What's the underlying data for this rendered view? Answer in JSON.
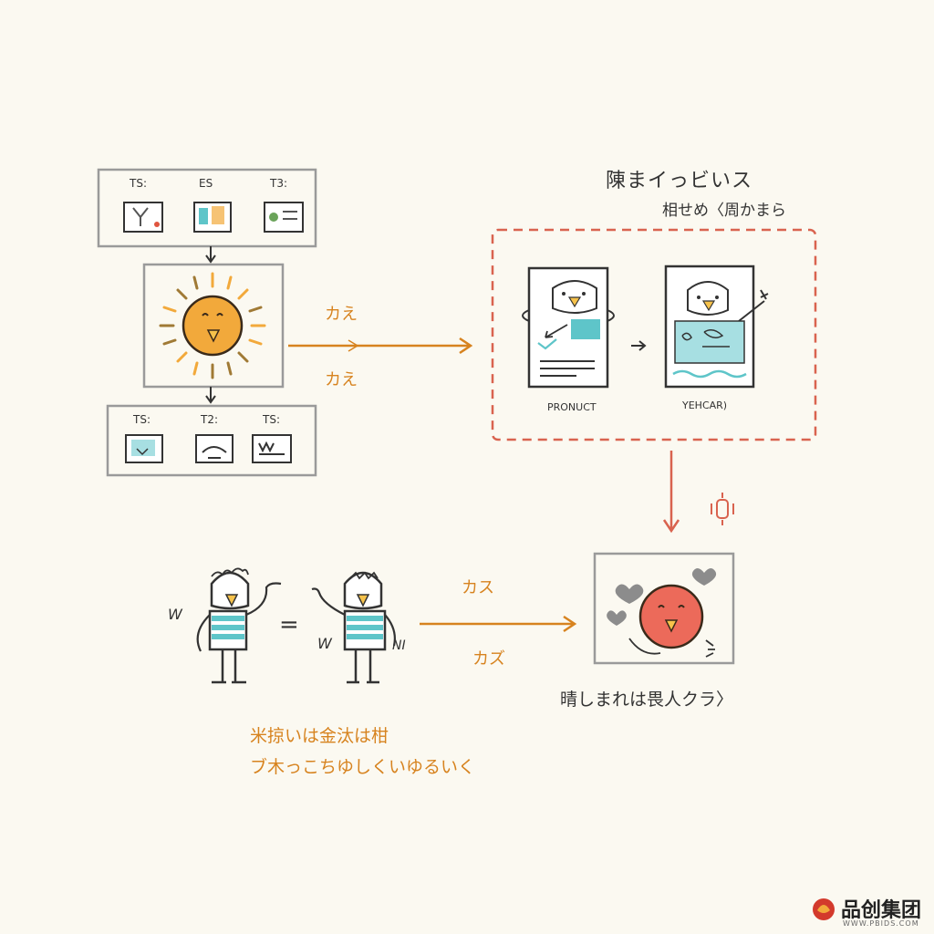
{
  "top_group": {
    "labels": [
      "TS:",
      "ES",
      "T3:"
    ]
  },
  "bottom_group": {
    "labels": [
      "TS:",
      "T2:",
      "TS:"
    ]
  },
  "arrow_labels_1": [
    "カえ",
    "カえ"
  ],
  "right_box": {
    "title": "陳まイっビいス",
    "subtitle": "相せめ〈周かまら",
    "card_left_caption": "PRONUCT",
    "card_right_caption": "YEHCAR)"
  },
  "arrow_labels_2": [
    "カス",
    "カズ"
  ],
  "result_caption": "晴しまれは畏人クラ〉",
  "bottom_note": [
    "米掠いは金汰は柑",
    "ブ木っこちゆしくいゆるいく"
  ],
  "figure_marks": [
    "W",
    "W",
    "NI",
    "="
  ],
  "watermark": {
    "name": "品创集团",
    "url": "WWW.PBIDS.COM"
  },
  "colors": {
    "orange": "#d7831f",
    "red_dashed": "#d9634f",
    "sun": "#f2a93b",
    "teal": "#5ec5c9",
    "coral": "#ec6a5a"
  }
}
